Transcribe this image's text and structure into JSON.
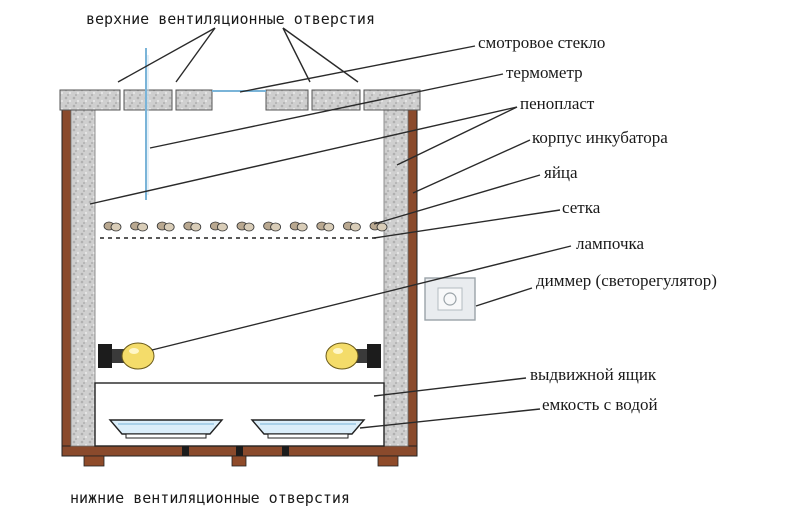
{
  "labels": {
    "top_vents": "верхние вентиляционные отверстия",
    "viewing_glass": "смотровое стекло",
    "thermometer": "термометр",
    "foam": "пенопласт",
    "incubator_body": "корпус инкубатора",
    "eggs": "яйца",
    "mesh": "сетка",
    "lamp": "лампочка",
    "dimmer": "диммер (светорегулятор)",
    "drawer": "выдвижной ящик",
    "water_container": "емкость с водой",
    "bottom_vents": "нижние вентиляционные отверстия"
  },
  "colors": {
    "wood": "#8a4a2c",
    "foam": "#cfcfcf",
    "foam_dark": "#a9a9a9",
    "lamp": "#f4dc6a",
    "lamp_base": "#1c1c1c",
    "glass": "#7ab4d8",
    "egg": "#b9a890",
    "water": "#dbeefa",
    "feet": "#8f4b2a"
  },
  "icons": {
    "dimmer": "dimmer-switch-icon",
    "lamp": "light-bulb-icon",
    "egg": "egg-icon"
  }
}
